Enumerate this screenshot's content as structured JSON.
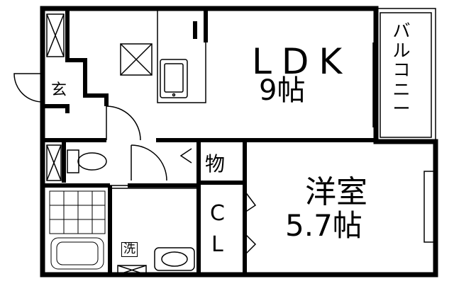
{
  "rooms": {
    "ldk": {
      "name": "LDK",
      "size": "9帖"
    },
    "western": {
      "name": "洋室",
      "size": "5.7帖"
    },
    "entrance": "玄",
    "storage": "物",
    "closet": {
      "line1": "C",
      "line2": "L"
    },
    "laundry": "洗",
    "balcony": "バルコニー"
  },
  "colors": {
    "wall": "#000000",
    "background": "#ffffff"
  }
}
